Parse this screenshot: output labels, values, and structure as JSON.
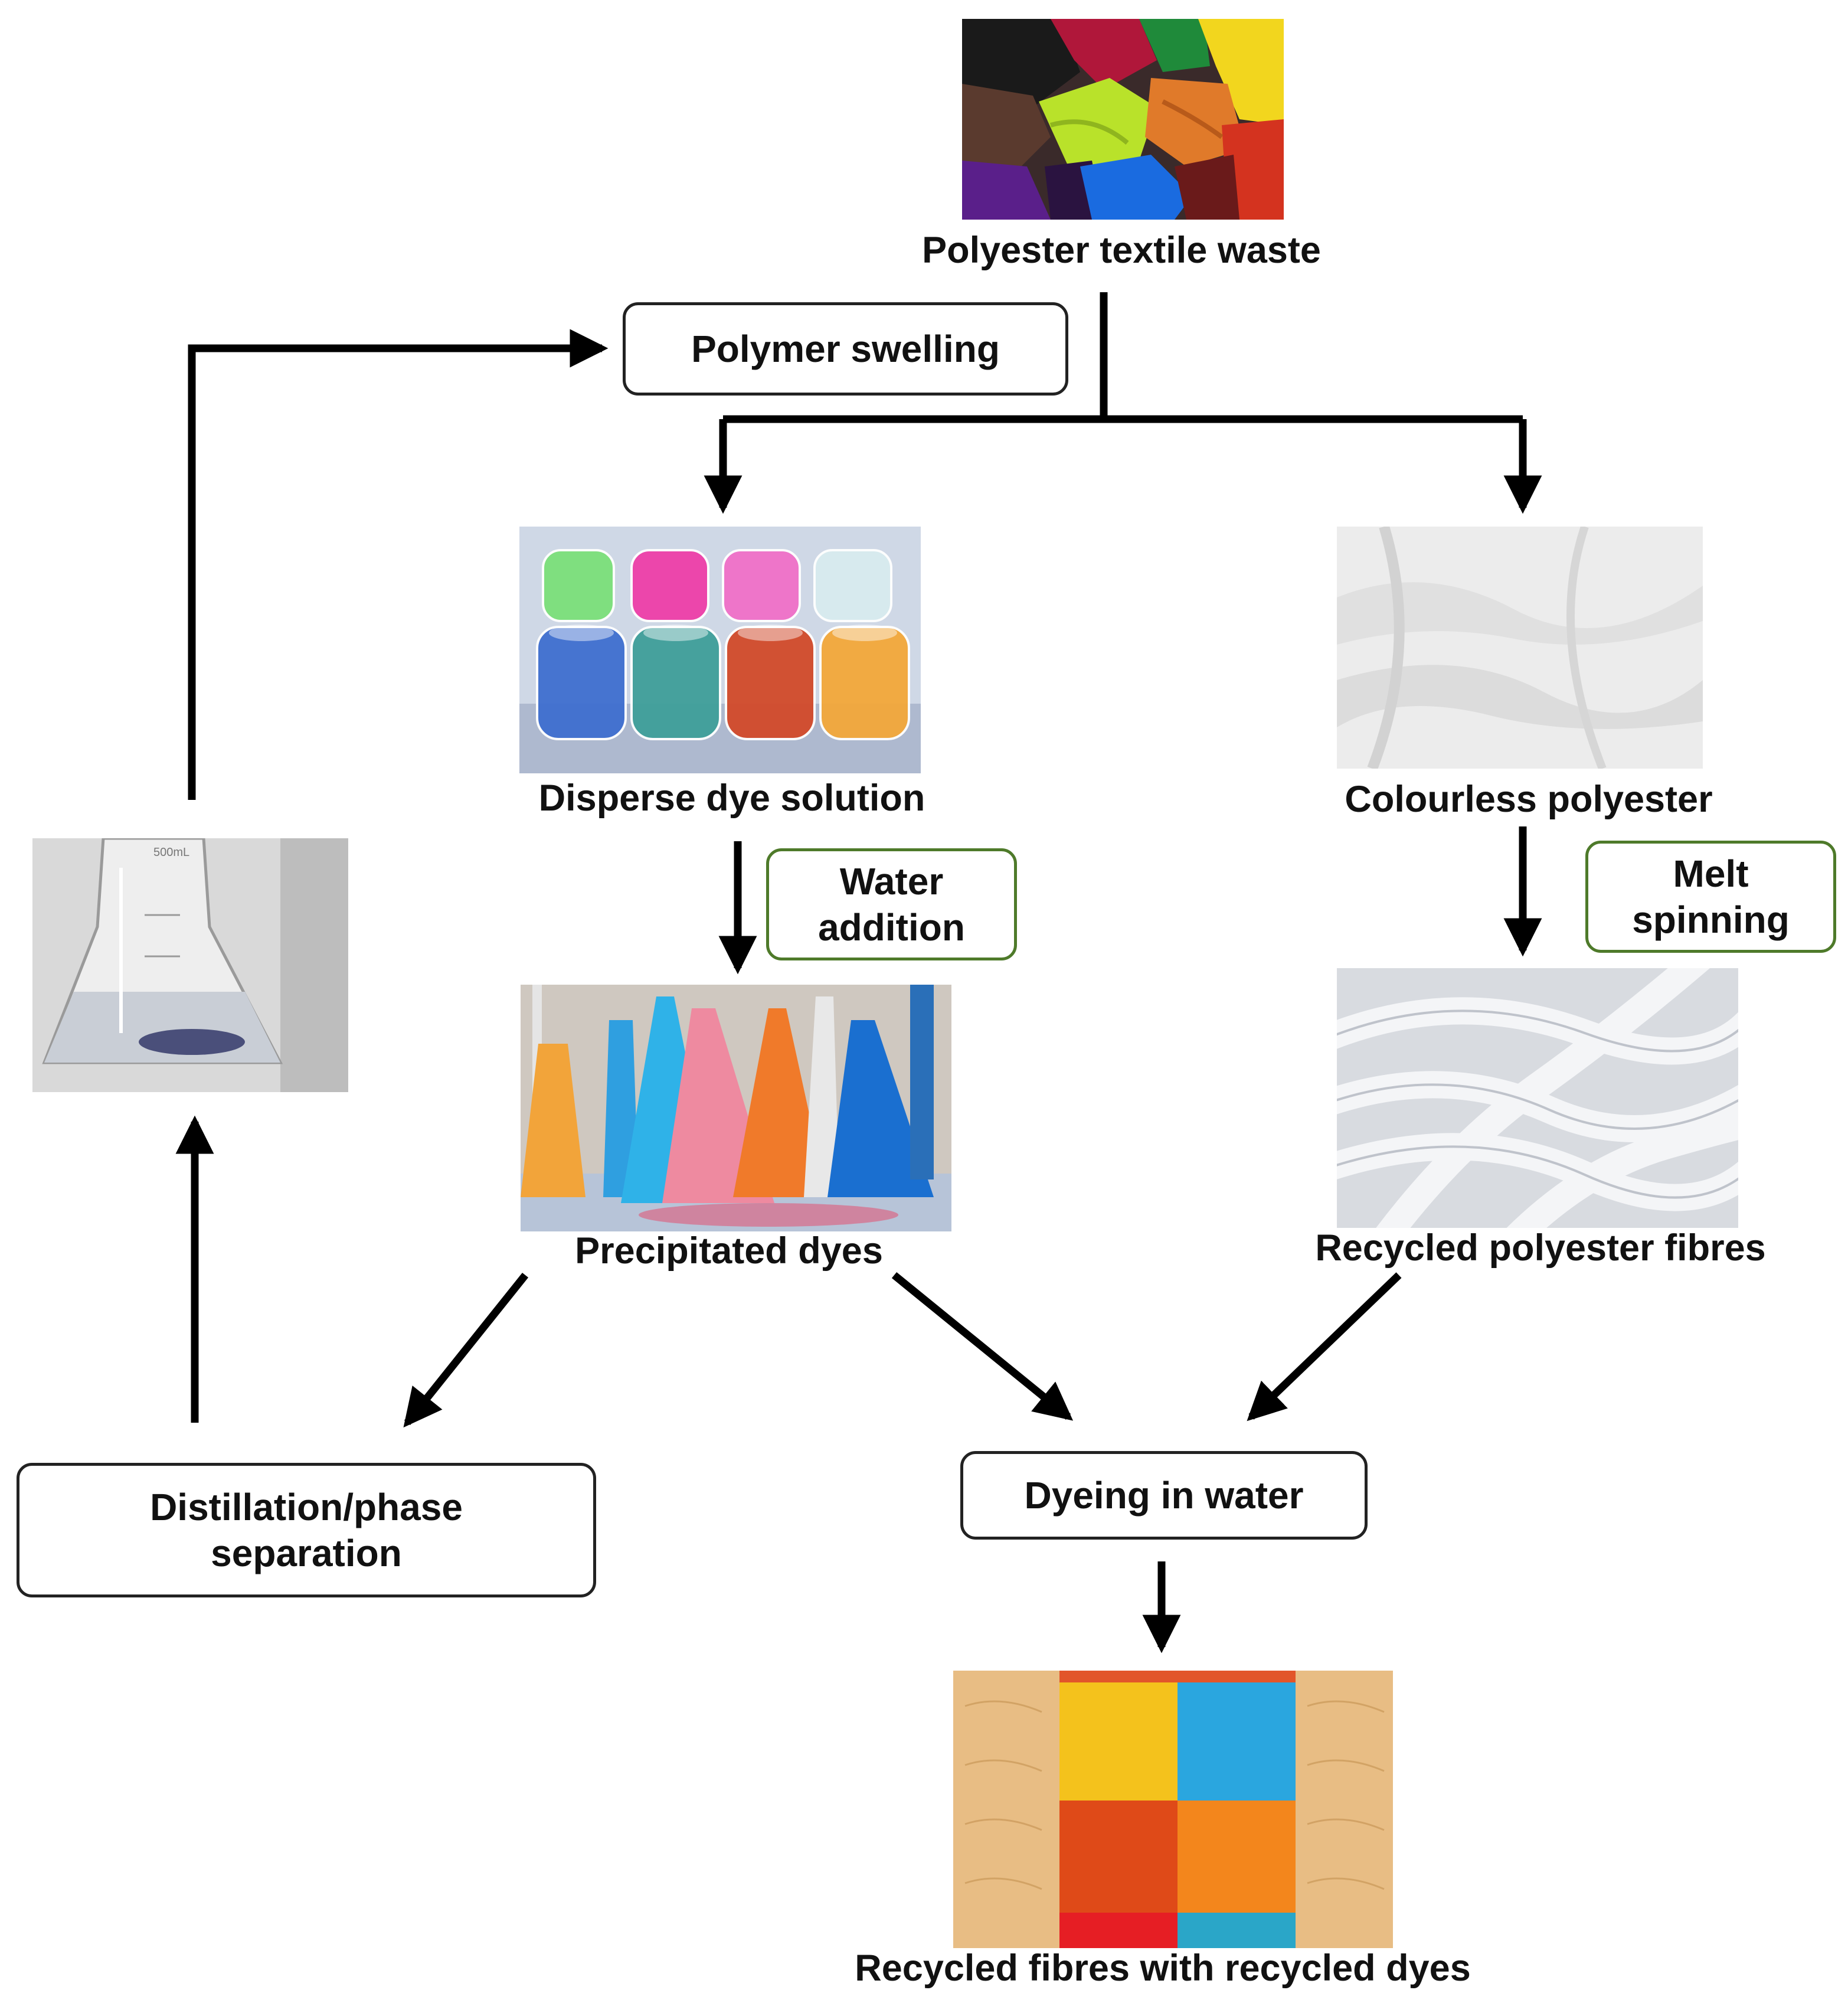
{
  "labels": {
    "polyester_waste": "Polyester textile waste",
    "disperse_dye_solution": "Disperse dye solution",
    "colourless_polyester": "Colourless polyester",
    "precipitated_dyes": "Precipitated dyes",
    "recycled_polyester_fibres": "Recycled polyester fibres",
    "recycled_fibres_with_dyes": "Recycled fibres with recycled dyes"
  },
  "process_boxes": {
    "polymer_swelling": "Polymer swelling",
    "water_addition_line1": "Water",
    "water_addition_line2": "addition",
    "melt_spinning_line1": "Melt",
    "melt_spinning_line2": "spinning",
    "distillation_line1": "Distillation/phase",
    "distillation_line2": "separation",
    "dyeing_in_water": "Dyeing in water"
  },
  "colors": {
    "arrow": "#000000",
    "box_border": "#222222",
    "box_border_green": "#4e7a2a"
  },
  "icons": {
    "textile_waste_photo": "crumpled-colored-fabric-photo",
    "dye_solution_photo": "colored-dye-jars-photo",
    "colourless_polyester_photo": "white-fabric-photo",
    "precipitated_dyes_photo": "lab-flasks-with-dyes-photo",
    "recycled_fibres_photo": "white-fibre-bundles-photo",
    "solvent_flask_photo": "clear-solvent-flask-photo",
    "dyed_fibres_photo": "colored-yarn-squares-photo"
  }
}
